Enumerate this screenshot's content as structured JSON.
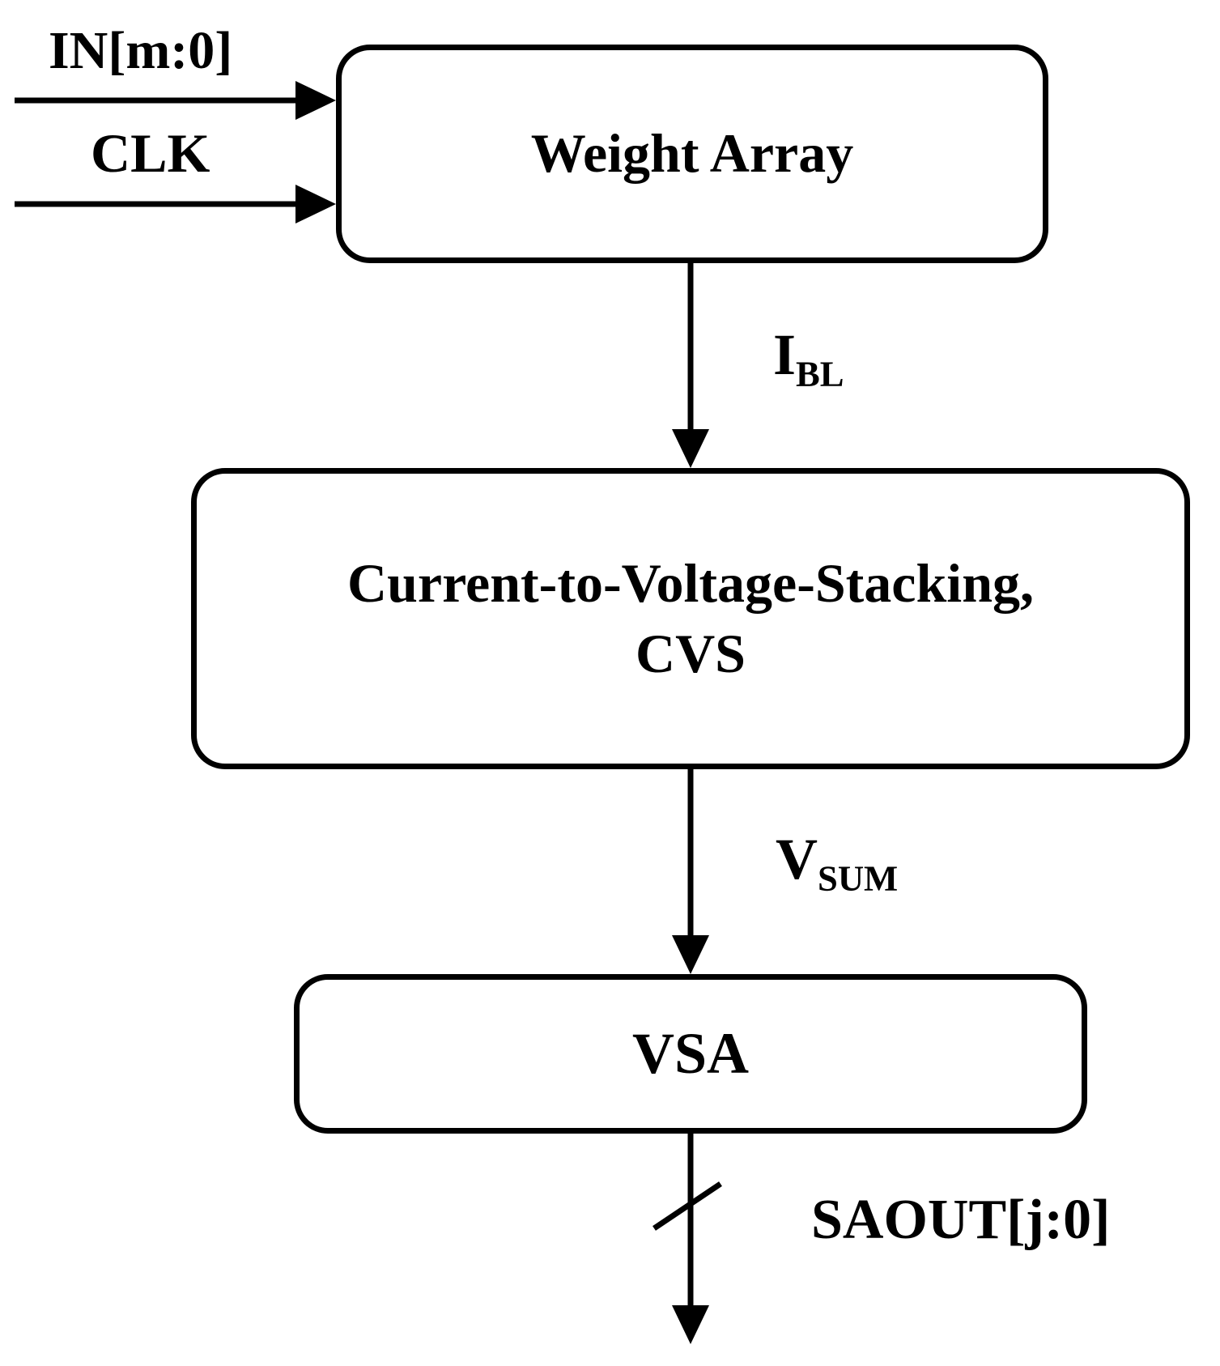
{
  "blocks": {
    "weight_array": {
      "label": "Weight Array"
    },
    "cvs": {
      "line1": "Current-to-Voltage-Stacking,",
      "line2": "CVS"
    },
    "vsa": {
      "label": "VSA"
    }
  },
  "inputs": {
    "in_bus": "IN[m:0]",
    "clk": "CLK"
  },
  "signals": {
    "ibl": {
      "main": "I",
      "sub": "BL"
    },
    "vsum": {
      "main": "V",
      "sub": "SUM"
    },
    "saout": "SAOUT[j:0]"
  },
  "colors": {
    "stroke": "#000000",
    "background": "#ffffff"
  }
}
